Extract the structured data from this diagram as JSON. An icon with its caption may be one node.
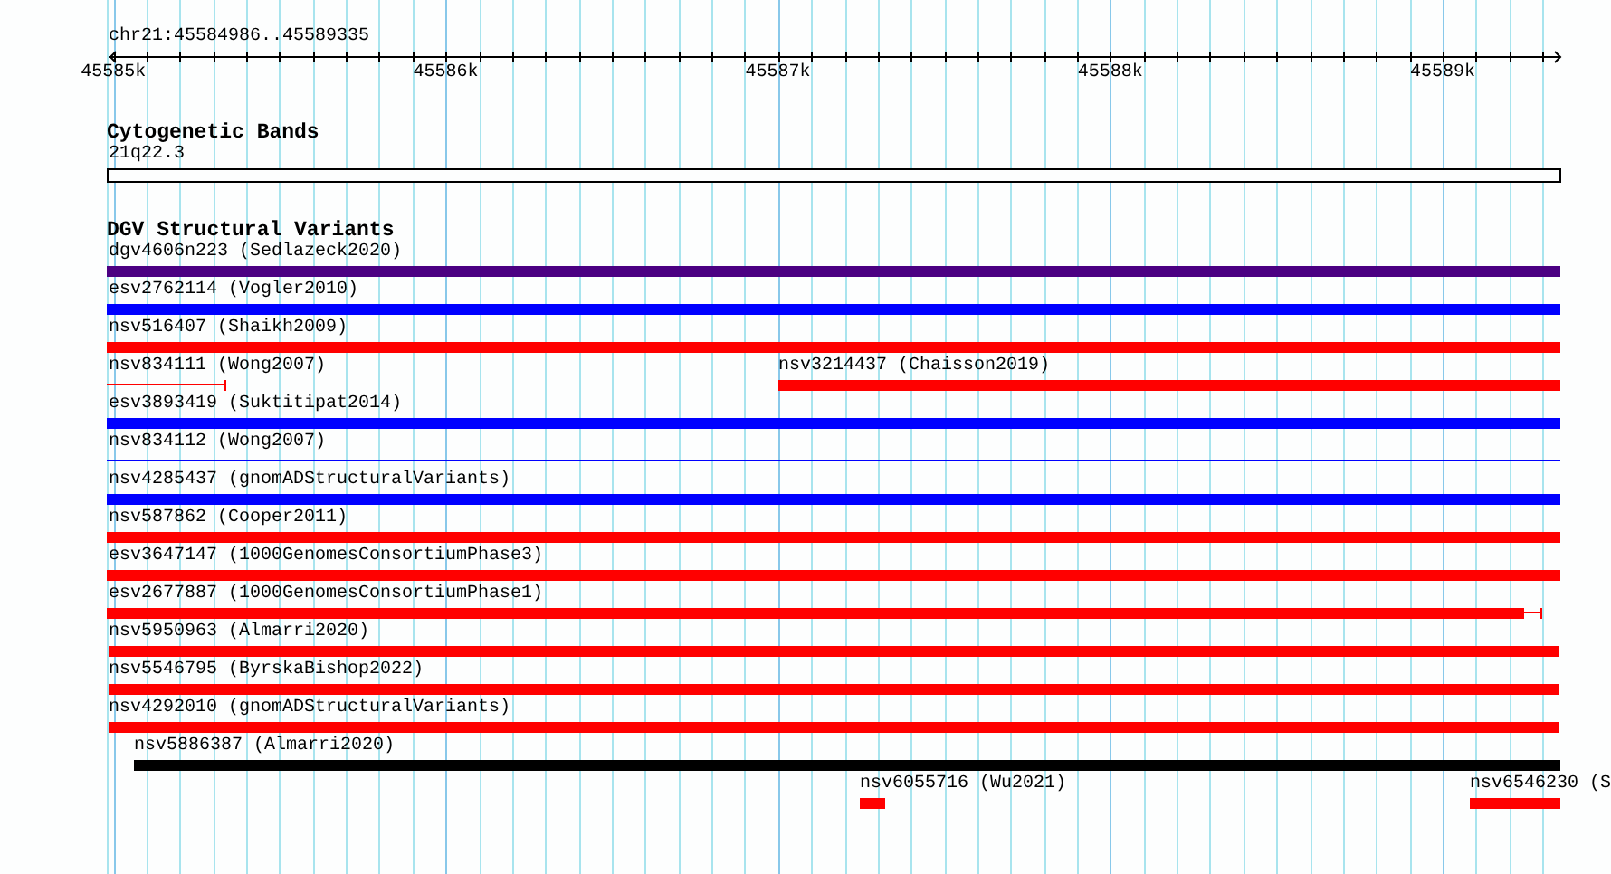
{
  "diagram": {
    "nodes": [
      {
        "text": [
          "dgv4606n223 (Sedlazeck2020)"
        ]
      },
      {
        "text": [
          "esv2762114 (Vogler2010)"
        ]
      },
      {
        "text": [
          "nsv516407 (Shaikh2009)"
        ]
      },
      {
        "text": [
          "nsv834111 (Wong2007)"
        ]
      },
      {
        "text": [
          "nsv3214437 (Chaisson2019)"
        ]
      },
      {
        "text": [
          "esv3893419 (Suktitipat2014)"
        ]
      },
      {
        "text": [
          "nsv834112 (Wong2007)"
        ]
      },
      {
        "text": [
          "nsv4285437 (gnomADStructuralVariants)"
        ]
      },
      {
        "text": [
          "nsv587862 (Cooper2011)"
        ]
      },
      {
        "text": [
          "esv3647147 (1000GenomesConsortiumPhase3)"
        ]
      },
      {
        "text": [
          "esv2677887 (1000GenomesConsortiumPhase1)"
        ]
      },
      {
        "text": [
          "nsv5950963 (Almarri2020)"
        ]
      },
      {
        "text": [
          "nsv5546795 (ByrskaBishop2022)"
        ]
      },
      {
        "text": [
          "nsv4292010 (gnomADStructuralVariants)"
        ]
      },
      {
        "text": [
          "nsv5886387 (Almarri2020)"
        ]
      },
      {
        "text": [
          "nsv6055716 (Wu2021)"
        ]
      },
      {
        "text": [
          "nsv6546230 (S"
        ]
      }
    ],
    "labels": [
      "chr21:45584986..45589335",
      "45585k",
      "45586k",
      "45587k",
      "45588k",
      "45589k",
      "Cytogenetic Bands",
      "21q22.3",
      "DGV Structural Variants"
    ]
  }
}
